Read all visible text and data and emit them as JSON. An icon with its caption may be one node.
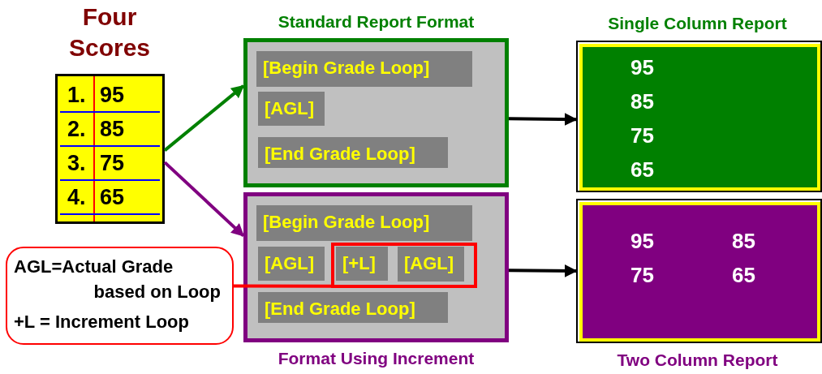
{
  "diagram": {
    "nodes": [
      {
        "text": [
          "Four Scores",
          "1.",
          "95",
          "2.",
          "85",
          "3.",
          "75",
          "4.",
          "65"
        ]
      },
      {
        "text": [
          "Standard Report Format"
        ]
      },
      {
        "text": [
          "[Begin Grade Loop]"
        ],
        "in": 1
      },
      {
        "text": [
          "[AGL]"
        ],
        "in": 1
      },
      {
        "text": [
          "[End Grade Loop]"
        ],
        "in": 1
      },
      {
        "text": [
          "Format Using Increment"
        ]
      },
      {
        "text": [
          "[Begin Grade Loop]"
        ],
        "in": 5
      },
      {
        "text": [
          "[AGL]"
        ],
        "in": 5
      },
      {
        "text": [],
        "shape": "box",
        "in": 5
      },
      {
        "text": [
          "[+L]"
        ],
        "in": 8
      },
      {
        "text": [
          "[AGL]"
        ],
        "in": 8
      },
      {
        "text": [
          "[End Grade Loop]"
        ],
        "in": 5
      },
      {
        "text": [
          "AGL=Actual Grade based on Loop",
          "+L = Increment Loop"
        ]
      },
      {
        "text": [
          "Single Column Report",
          "95",
          "85",
          "75",
          "65"
        ]
      },
      {
        "text": [
          "Two Column Report",
          "95",
          "85",
          "75",
          "65"
        ]
      }
    ],
    "edges": [
      {
        "from": 0,
        "to": 1,
        "arrow": "to",
        "color": "#008000"
      },
      {
        "from": 0,
        "to": 5,
        "arrow": "to",
        "color": "#800080"
      },
      {
        "from": 1,
        "to": 13,
        "arrow": "to"
      },
      {
        "from": 5,
        "to": 14,
        "arrow": "to"
      },
      {
        "from": 12,
        "to": 8,
        "arrow": "none",
        "color": "#ff0000"
      }
    ]
  }
}
